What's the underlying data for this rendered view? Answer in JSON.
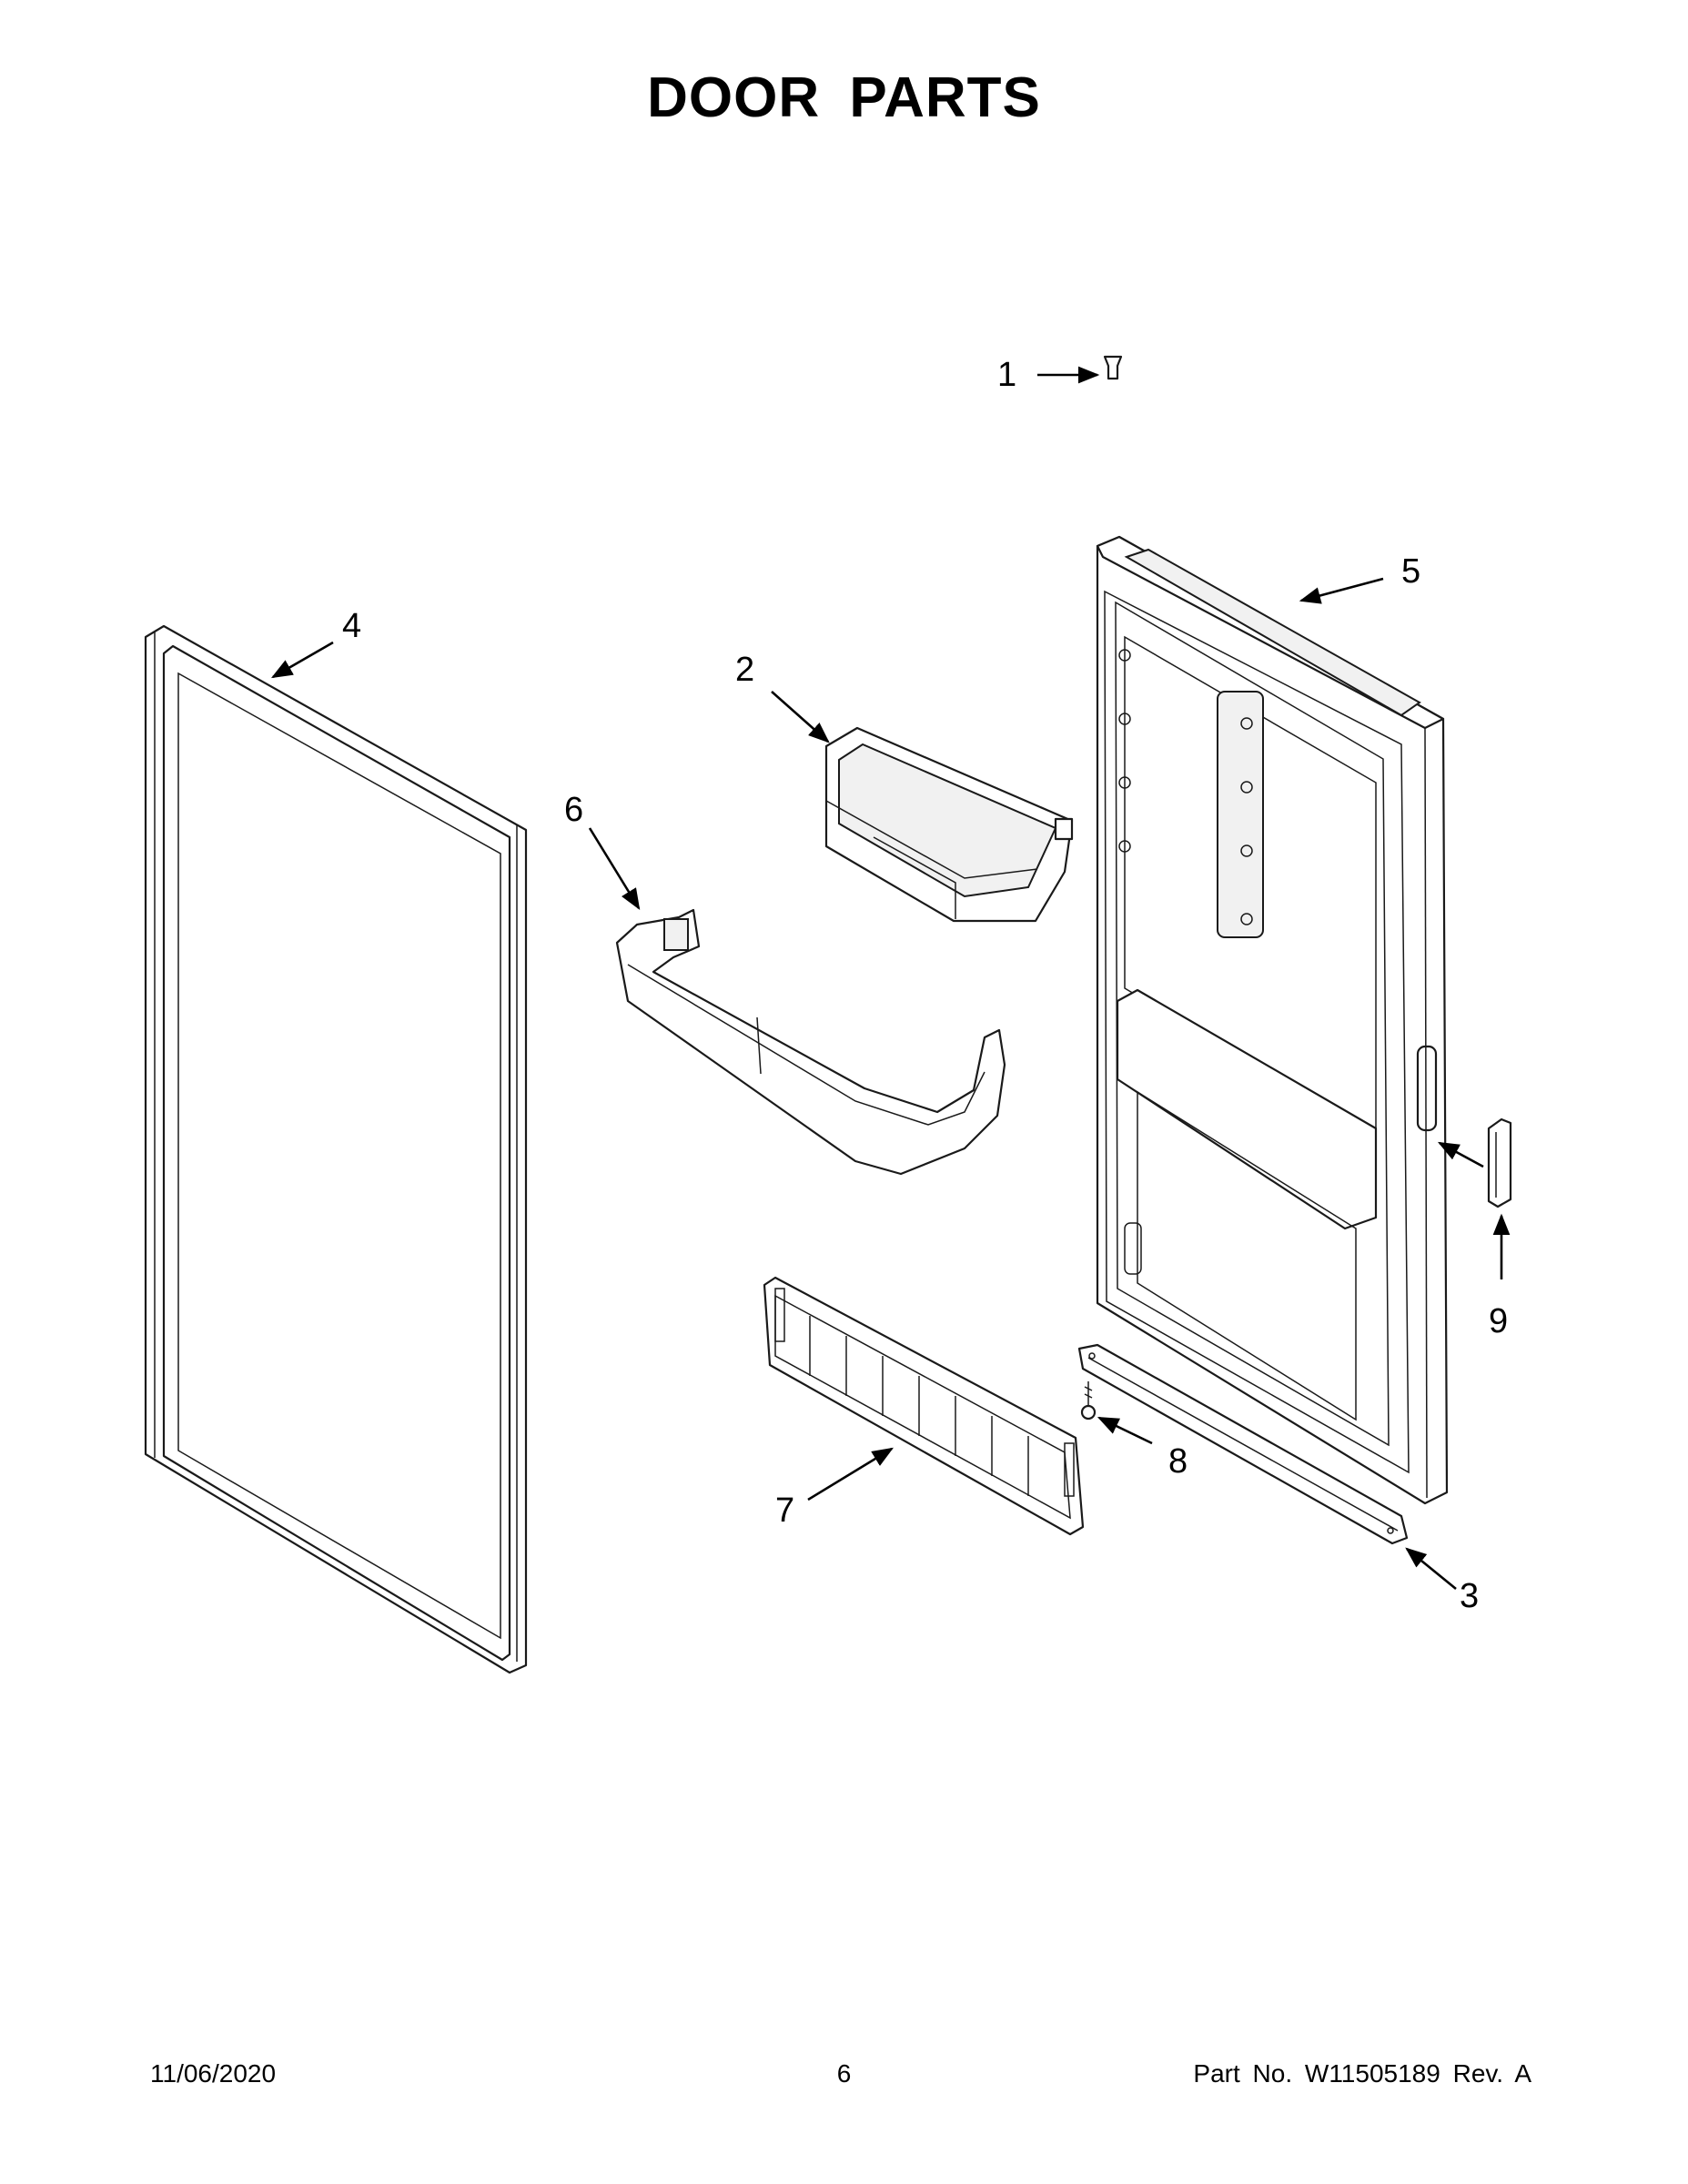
{
  "title": "DOOR PARTS",
  "callouts": [
    {
      "number": "1",
      "part": "door stop / cap"
    },
    {
      "number": "2",
      "part": "door bin"
    },
    {
      "number": "3",
      "part": "lower hinge bracket"
    },
    {
      "number": "4",
      "part": "door gasket"
    },
    {
      "number": "5",
      "part": "door assembly"
    },
    {
      "number": "6",
      "part": "door shelf rail"
    },
    {
      "number": "7",
      "part": "wire shelf guard"
    },
    {
      "number": "8",
      "part": "screw"
    },
    {
      "number": "9",
      "part": "door handle"
    }
  ],
  "footer": {
    "date": "11/06/2020",
    "page": "6",
    "part_no": "Part No.  W11505189  Rev.  A"
  }
}
